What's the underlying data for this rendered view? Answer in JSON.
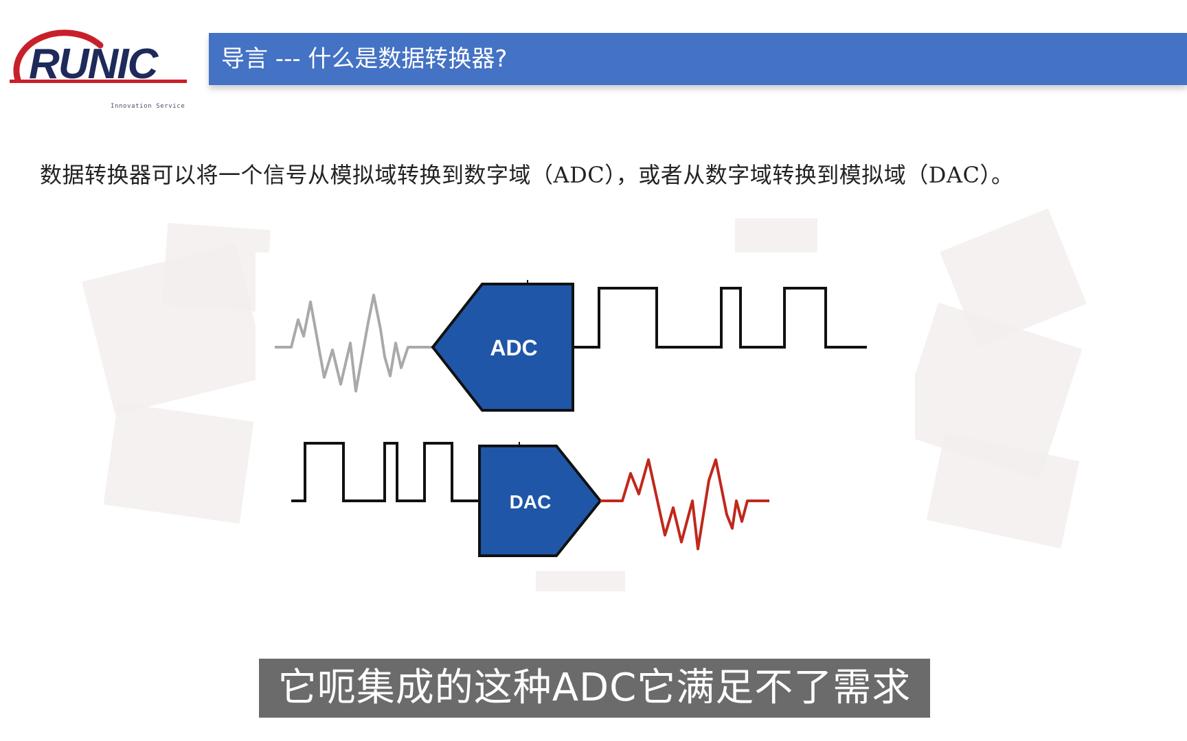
{
  "brand": {
    "logo_text": "RUNIC",
    "logo_tagline": "Innovation Service",
    "colors": {
      "logo_red": "#c8202a",
      "logo_navy": "#1e2a5a"
    }
  },
  "header": {
    "title": "导言 --- 什么是数据转换器?",
    "bar_color": "#4472c4"
  },
  "body": {
    "intro": "数据转换器可以将一个信号从模拟域转换到数字域（ADC），或者从数字域转换到模拟域（DAC）。"
  },
  "diagram": {
    "adc_label": "ADC",
    "dac_label": "DAC",
    "block_color": "#1f56a8",
    "analog_in_color": "#a9a9a9",
    "analog_out_color": "#c0281c",
    "digital_color": "#111111"
  },
  "subtitle": {
    "text": "它呃集成的这种ADC它满足不了需求"
  }
}
